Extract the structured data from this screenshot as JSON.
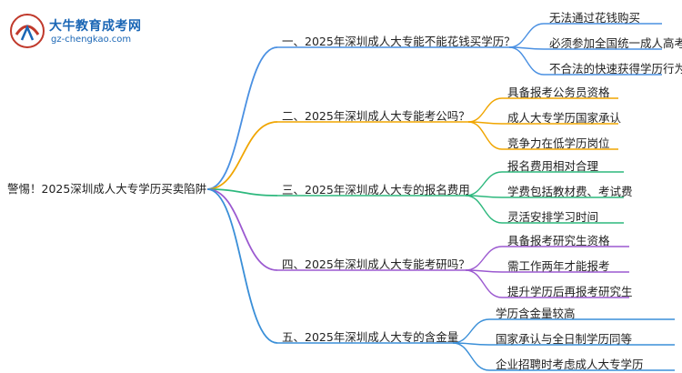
{
  "logo": {
    "title": "大牛教育成考网",
    "url": "gz-chengkao.com"
  },
  "root": "警惕！2025深圳成人大专学历买卖陷阱",
  "branches": [
    {
      "label": "一、2025年深圳成人大专能不能花钱买学历？",
      "color": "#4a90e2",
      "leaves": [
        "无法通过花钱购买",
        "必须参加全国统一成人高考",
        "不合法的快速获得学历行为"
      ]
    },
    {
      "label": "二、2025年深圳成人大专能考公吗？",
      "color": "#f0a500",
      "leaves": [
        "具备报考公务员资格",
        "成人大专学历国家承认",
        "竞争力在低学历岗位"
      ]
    },
    {
      "label": "三、2025年深圳成人大专的报名费用",
      "color": "#2db87d",
      "leaves": [
        "报名费用相对合理",
        "学费包括教材费、考试费",
        "灵活安排学习时间"
      ]
    },
    {
      "label": "四、2025年深圳成人大专能考研吗？",
      "color": "#9b59d0",
      "leaves": [
        "具备报考研究生资格",
        "需工作两年才能报考",
        "提升学历后再报考研究生"
      ]
    },
    {
      "label": "五、2025年深圳成人大专的含金量",
      "color": "#3a8fd8",
      "leaves": [
        "学历含金量较高",
        "国家承认与全日制学历同等",
        "企业招聘时考虑成人大专学历"
      ]
    }
  ]
}
